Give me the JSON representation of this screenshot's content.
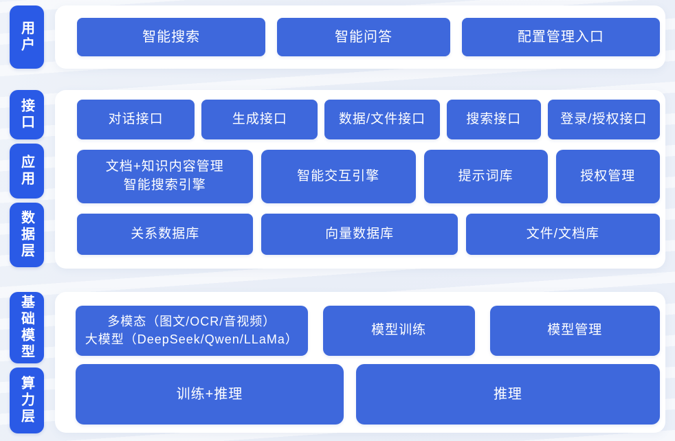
{
  "colors": {
    "background": "#e9eef7",
    "panel": "#ffffff",
    "label_blue": "#2a5ae6",
    "block_blue": "#3e68dc",
    "text_white": "#ffffff"
  },
  "layers": {
    "user": {
      "label": "用户",
      "blocks": [
        "智能搜索",
        "智能问答",
        "配置管理入口"
      ]
    },
    "middle": {
      "labels": {
        "api": "接口",
        "app": "应用",
        "data": "数据层"
      },
      "api_row": [
        "对话接口",
        "生成接口",
        "数据/文件接口",
        "搜索接口",
        "登录/授权接口"
      ],
      "app_row": {
        "doc_engine_line1": "文档+知识内容管理",
        "doc_engine_line2": "智能搜索引擎",
        "interaction": "智能交互引擎",
        "prompt": "提示词库",
        "auth": "授权管理"
      },
      "data_row": [
        "关系数据库",
        "向量数据库",
        "文件/文档库"
      ]
    },
    "bottom": {
      "labels": {
        "foundation": "基础模型",
        "compute": "算力层"
      },
      "model_row": {
        "llm_line1": "多模态（图文/OCR/音视频）",
        "llm_line2": "大模型（DeepSeek/Qwen/LLaMa）",
        "training": "模型训练",
        "management": "模型管理"
      },
      "compute_row": [
        "训练+推理",
        "推理"
      ]
    }
  }
}
